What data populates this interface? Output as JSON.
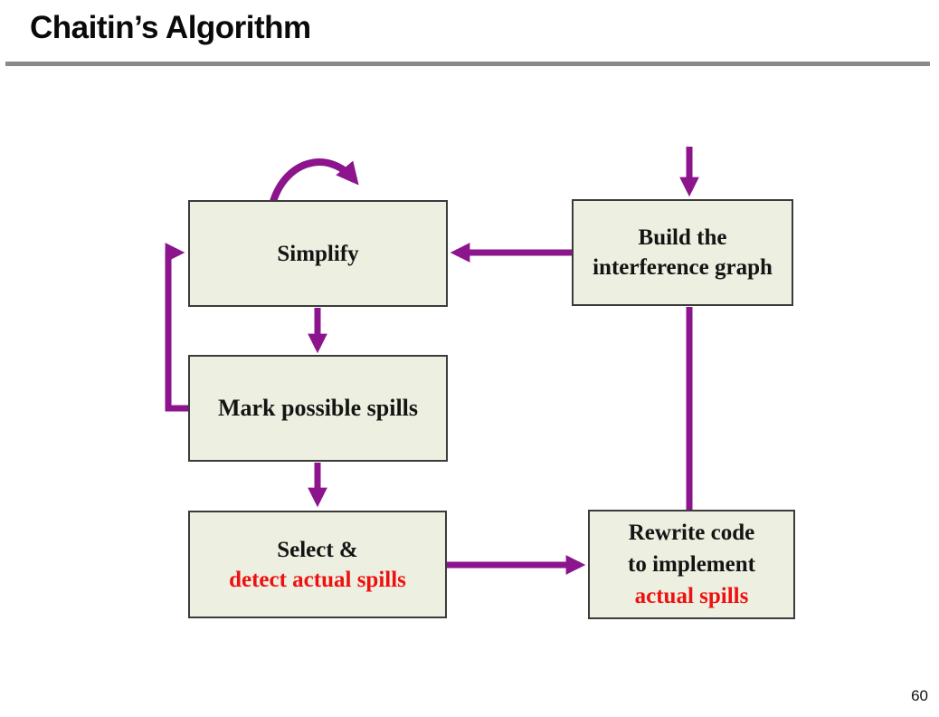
{
  "slide": {
    "title": "Chaitin’s Algorithm",
    "page_number": "60"
  },
  "colors": {
    "arrow_purple": "#8c148c",
    "box_fill": "#edefe0",
    "box_border": "#3b3b3b",
    "highlight_red": "#ee1111",
    "title_underline_gray": "#8a8a8a"
  },
  "diagram": {
    "type": "flowchart",
    "nodes": {
      "simplify": {
        "label": "Simplify"
      },
      "build_interference_graph": {
        "line1": "Build the",
        "line2": "interference graph"
      },
      "mark_possible_spills": {
        "label": "Mark possible spills"
      },
      "select_detect": {
        "line1": "Select &",
        "line2": "detect actual spills"
      },
      "rewrite_code": {
        "line1": "Rewrite code",
        "line2": "to implement",
        "line3": "actual spills"
      }
    },
    "edges": [
      {
        "name": "entry-to-build",
        "from": "start",
        "to": "build_interference_graph",
        "style": "arrow"
      },
      {
        "name": "build-to-simplify",
        "from": "build_interference_graph",
        "to": "simplify",
        "style": "arrow"
      },
      {
        "name": "simplify-self-loop",
        "from": "simplify",
        "to": "simplify",
        "style": "curved-arrow"
      },
      {
        "name": "simplify-to-mark",
        "from": "simplify",
        "to": "mark_possible_spills",
        "style": "arrow"
      },
      {
        "name": "mark-to-simplify-feedback",
        "from": "mark_possible_spills",
        "to": "simplify",
        "style": "elbow-arrow"
      },
      {
        "name": "mark-to-select",
        "from": "mark_possible_spills",
        "to": "select_detect",
        "style": "arrow"
      },
      {
        "name": "select-to-rewrite",
        "from": "select_detect",
        "to": "rewrite_code",
        "style": "arrow"
      },
      {
        "name": "build-to-rewrite",
        "from": "build_interference_graph",
        "to": "rewrite_code",
        "style": "line"
      }
    ]
  }
}
